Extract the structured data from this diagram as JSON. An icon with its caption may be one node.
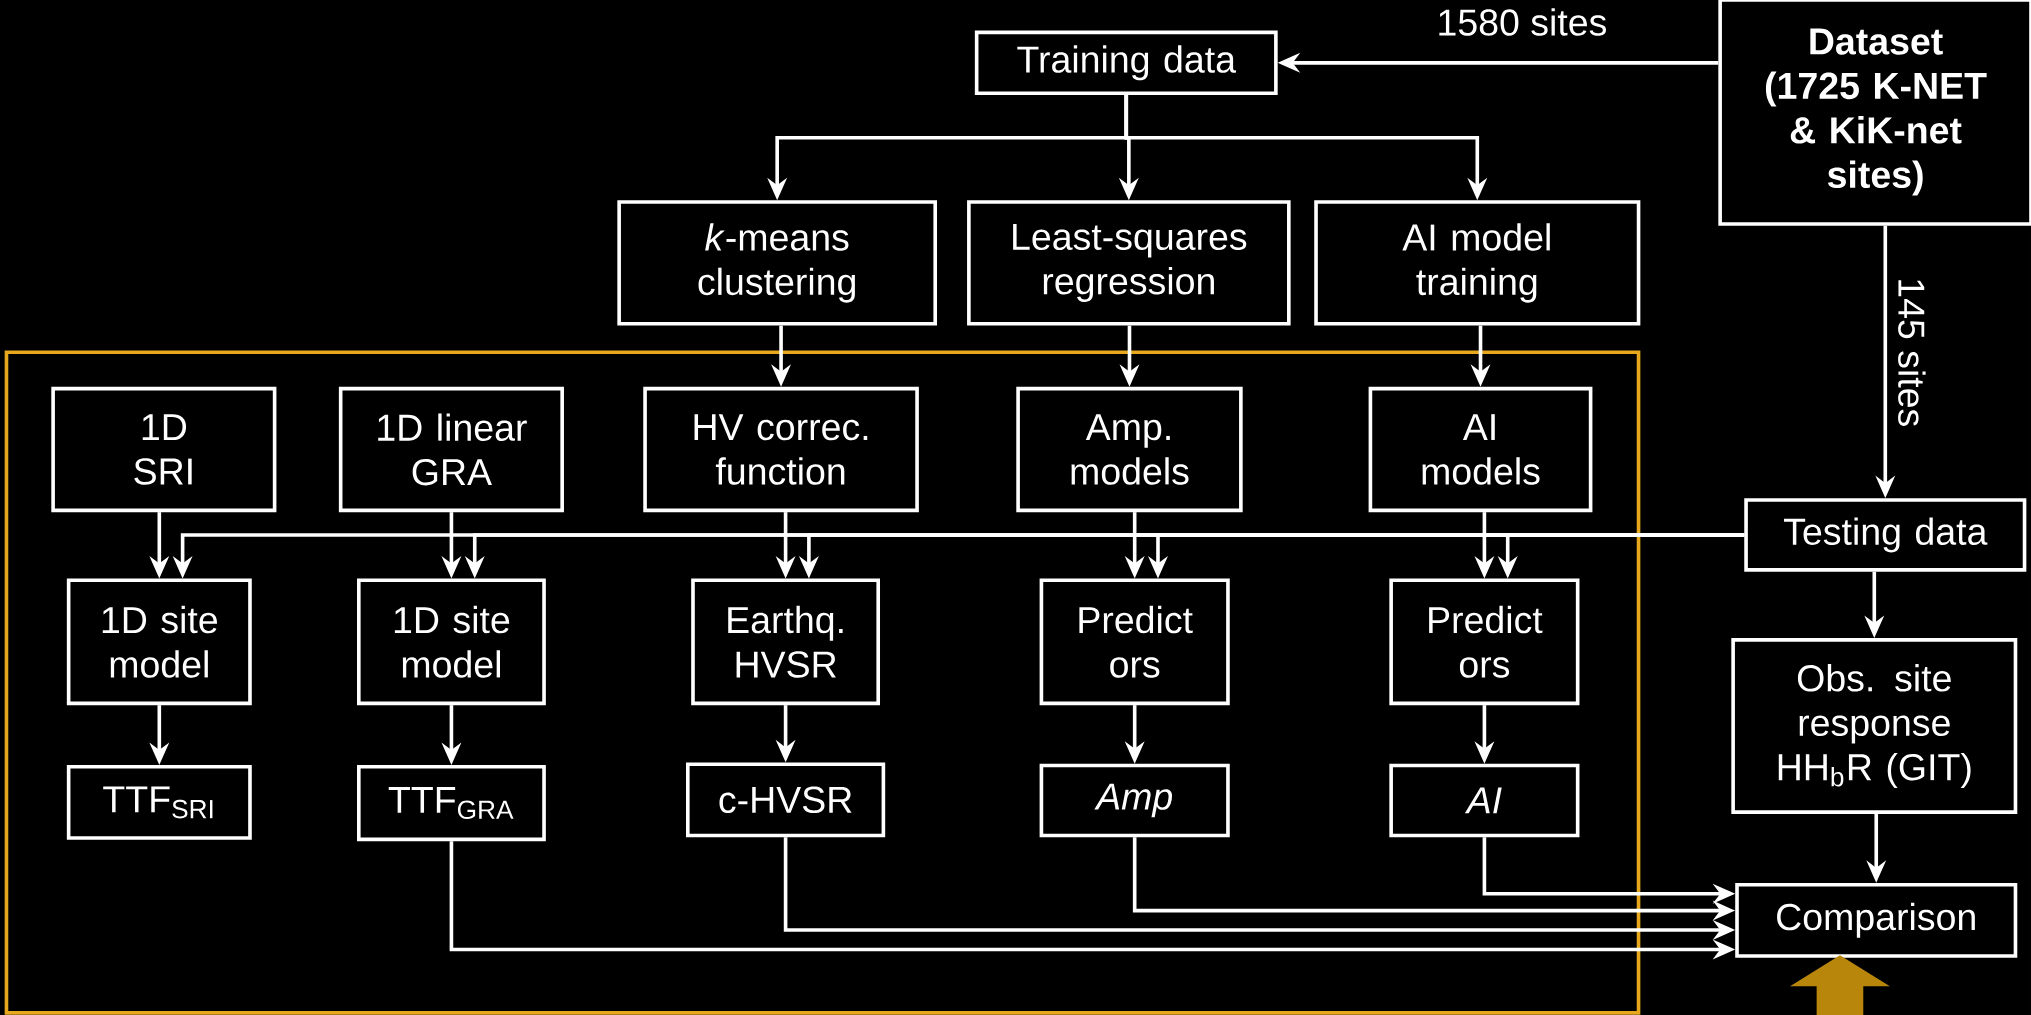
{
  "diagram": {
    "nodes": [
      {
        "text": [
          "Training data"
        ]
      },
      {
        "text": [
          "Dataset (1725 K-NET & KiK-net sites)"
        ]
      },
      {
        "text": [
          "*k*-means clustering"
        ]
      },
      {
        "text": [
          "Least-squares regression"
        ]
      },
      {
        "text": [
          "AI model training"
        ]
      },
      {
        "text": [],
        "shape": "box"
      },
      {
        "text": [
          "1D SRI"
        ],
        "in": 5
      },
      {
        "text": [
          "1D linear GRA"
        ],
        "in": 5
      },
      {
        "text": [
          "HV correc. function"
        ],
        "in": 5
      },
      {
        "text": [
          "Amp. models"
        ],
        "in": 5
      },
      {
        "text": [
          "AI models"
        ],
        "in": 5
      },
      {
        "text": [
          "Testing data"
        ]
      },
      {
        "text": [
          "1D site model"
        ],
        "in": 5
      },
      {
        "text": [
          "1D site model"
        ],
        "in": 5
      },
      {
        "text": [
          "Earthq. HVSR"
        ],
        "in": 5
      },
      {
        "text": [
          "Predict ors"
        ],
        "in": 5
      },
      {
        "text": [
          "Predict ors"
        ],
        "in": 5
      },
      {
        "text": [
          "Obs. site response HH$_{b}$R (GIT)"
        ]
      },
      {
        "text": [
          "TTF$_{SRI}$"
        ],
        "in": 5
      },
      {
        "text": [
          "TTF$_{GRA}$"
        ],
        "in": 5
      },
      {
        "text": [
          "c-HVSR"
        ],
        "in": 5
      },
      {
        "text": [
          "Amp"
        ],
        "in": 5
      },
      {
        "text": [
          "AI"
        ],
        "in": 5
      },
      {
        "text": [
          "Comparison"
        ]
      }
    ],
    "edges": [
      {
        "from": 1,
        "to": 0,
        "arrow": "to",
        "label": "1580 sites"
      },
      {
        "from": 1,
        "to": 11,
        "arrow": "to",
        "label": "145 sites"
      },
      {
        "from": 0,
        "to": 2,
        "arrow": "to"
      },
      {
        "from": 0,
        "to": 3,
        "arrow": "to"
      },
      {
        "from": 0,
        "to": 4,
        "arrow": "to"
      },
      {
        "from": 2,
        "to": 8,
        "arrow": "to"
      },
      {
        "from": 3,
        "to": 9,
        "arrow": "to"
      },
      {
        "from": 4,
        "to": 10,
        "arrow": "to"
      },
      {
        "from": 6,
        "to": 12,
        "arrow": "to"
      },
      {
        "from": 7,
        "to": 13,
        "arrow": "to"
      },
      {
        "from": 8,
        "to": 14,
        "arrow": "to"
      },
      {
        "from": 9,
        "to": 15,
        "arrow": "to"
      },
      {
        "from": 10,
        "to": 16,
        "arrow": "to"
      },
      {
        "from": 11,
        "to": 12,
        "arrow": "to"
      },
      {
        "from": 11,
        "to": 13,
        "arrow": "to"
      },
      {
        "from": 11,
        "to": 14,
        "arrow": "to"
      },
      {
        "from": 11,
        "to": 15,
        "arrow": "to"
      },
      {
        "from": 11,
        "to": 16,
        "arrow": "to"
      },
      {
        "from": 12,
        "to": 18,
        "arrow": "to"
      },
      {
        "from": 13,
        "to": 19,
        "arrow": "to"
      },
      {
        "from": 14,
        "to": 20,
        "arrow": "to"
      },
      {
        "from": 15,
        "to": 21,
        "arrow": "to"
      },
      {
        "from": 16,
        "to": 22,
        "arrow": "to"
      },
      {
        "from": 11,
        "to": 17,
        "arrow": "to"
      },
      {
        "from": 17,
        "to": 23,
        "arrow": "to"
      },
      {
        "from": 22,
        "to": 23,
        "arrow": "to"
      },
      {
        "from": 21,
        "to": 23,
        "arrow": "to"
      },
      {
        "from": 20,
        "to": 23,
        "arrow": "to"
      },
      {
        "from": 19,
        "to": 23,
        "arrow": "to"
      }
    ]
  }
}
